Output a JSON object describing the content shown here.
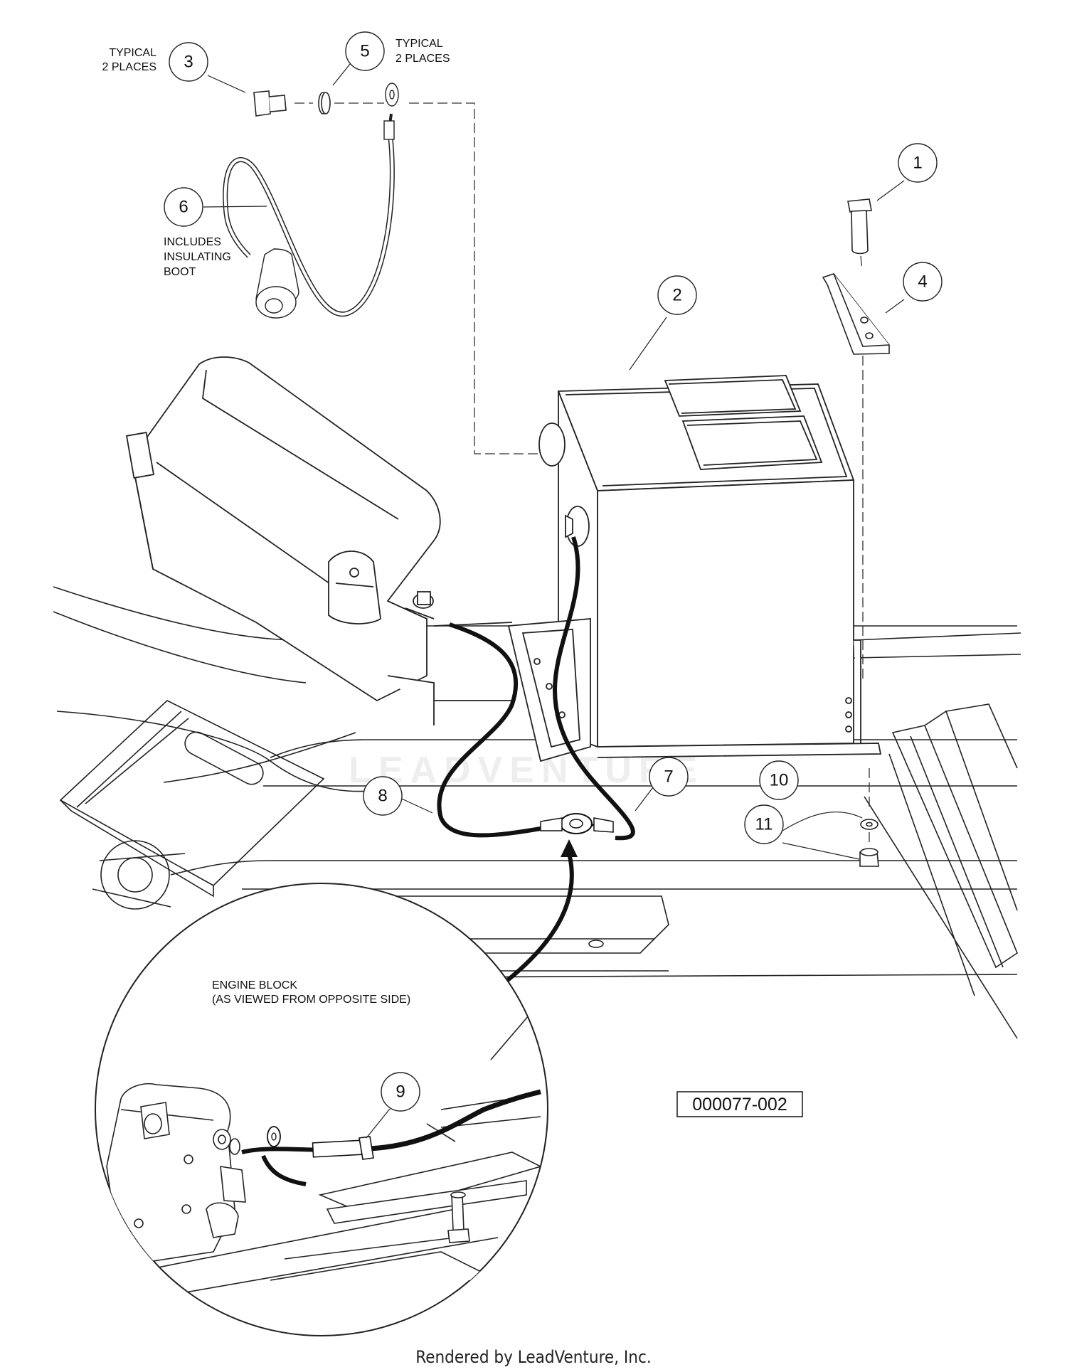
{
  "callouts": [
    {
      "num": "1"
    },
    {
      "num": "2"
    },
    {
      "num": "3"
    },
    {
      "num": "4"
    },
    {
      "num": "5"
    },
    {
      "num": "6"
    },
    {
      "num": "7"
    },
    {
      "num": "8"
    },
    {
      "num": "9"
    },
    {
      "num": "10"
    },
    {
      "num": "11"
    }
  ],
  "notes": {
    "typical_a_l1": "TYPICAL",
    "typical_a_l2": "2 PLACES",
    "typical_b_l1": "TYPICAL",
    "typical_b_l2": "2 PLACES",
    "includes_l1": "INCLUDES",
    "includes_l2": "INSULATING",
    "includes_l3": "BOOT",
    "engine_l1": "ENGINE BLOCK",
    "engine_l2": "(AS VIEWED FROM OPPOSITE SIDE)"
  },
  "reference_code": "000077-002",
  "watermark": "LEADVENTURE",
  "footer": "Rendered by LeadVenture, Inc."
}
